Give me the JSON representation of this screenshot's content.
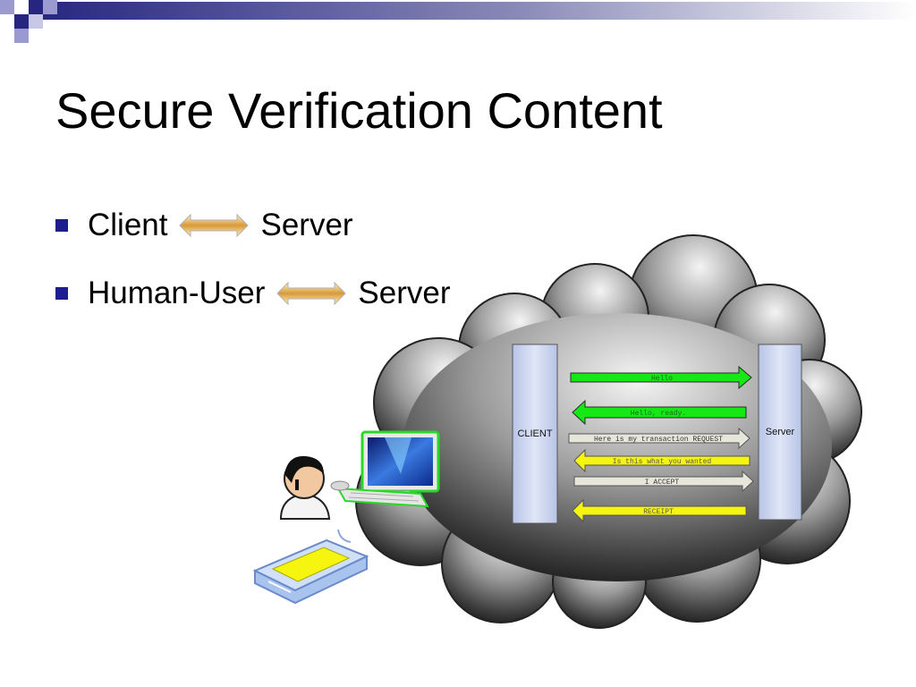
{
  "slide": {
    "title": "Secure Verification Content"
  },
  "bullets": [
    {
      "left": "Client",
      "right": "Server"
    },
    {
      "left": "Human-User",
      "right": "Server"
    }
  ],
  "diagram": {
    "client_label": "CLIENT",
    "server_label": "Server",
    "messages": [
      {
        "text": "Hello",
        "direction": "to-server",
        "color": "#16e816"
      },
      {
        "text": "Hello, ready.",
        "direction": "to-client",
        "color": "#16e816"
      },
      {
        "text": "Here is my transaction REQUEST",
        "direction": "to-server",
        "color": "#e6e6da"
      },
      {
        "text": "Is this what you wanted",
        "direction": "to-client",
        "color": "#f5f50f"
      },
      {
        "text": "I ACCEPT",
        "direction": "to-server",
        "color": "#e6e6da"
      },
      {
        "text": "RECEIPT",
        "direction": "to-client",
        "color": "#f5f50f"
      }
    ]
  },
  "colors": {
    "bullet": "#1d1d8e",
    "lane": "#cfd8ee",
    "cloud_light": "#f2f2f2",
    "cloud_dark": "#111111"
  },
  "icons": [
    "user-icon",
    "computer-icon",
    "card-reader-icon",
    "double-arrow-icon"
  ]
}
